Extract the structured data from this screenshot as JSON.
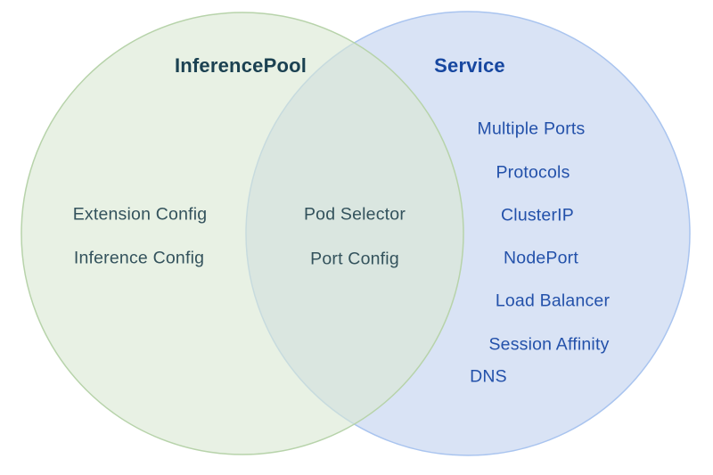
{
  "diagram": {
    "type": "venn",
    "left_circle": {
      "title": "InferencePool",
      "items": [
        "Extension Config",
        "Inference Config"
      ],
      "fill": "#e9f1e6",
      "border": "#b7d3aa",
      "title_color": "#1b4151",
      "item_color": "#33525c"
    },
    "intersection": {
      "items": [
        "Pod Selector",
        "Port Config"
      ],
      "fill": "#d9e6de",
      "item_color": "#33525c"
    },
    "right_circle": {
      "title": "Service",
      "items": [
        "Multiple Ports",
        "Protocols",
        "ClusterIP",
        "NodePort",
        "Load Balancer",
        "Session Affinity",
        "DNS"
      ],
      "fill": "#d9e3f5",
      "border": "#a9c4ef",
      "title_color": "#1747a0",
      "item_color": "#2351aa"
    }
  }
}
